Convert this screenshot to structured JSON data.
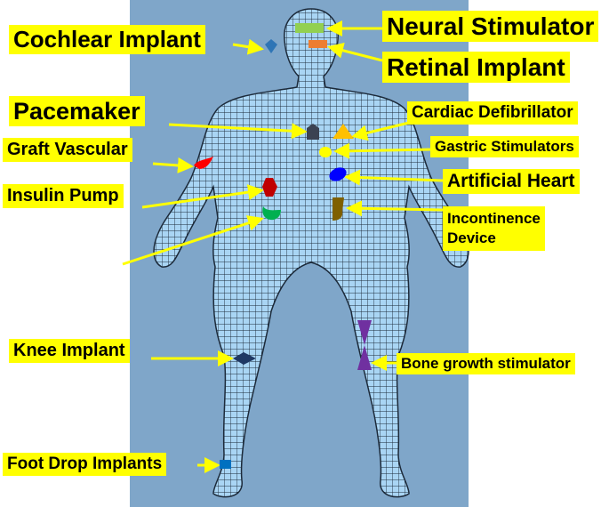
{
  "labels": {
    "cochlear": "Cochlear Implant",
    "neural": "Neural Stimulator",
    "retinal": "Retinal Implant",
    "pacemaker": "Pacemaker",
    "defibrillator": "Cardiac Defibrillator",
    "gastric": "Gastric Stimulators",
    "graft": "Graft Vascular",
    "heart": "Artificial Heart",
    "insulin": "Insulin Pump",
    "incontinence_1": "Incontinence",
    "incontinence_2": "Device",
    "knee": "Knee Implant",
    "bone": "Bone growth stimulator",
    "foot": "Foot Drop Implants"
  },
  "colors": {
    "background_panel": "#7fa6c9",
    "body": "#a9d5f4",
    "label_bg": "#ffff00",
    "arrow": "#ffff00",
    "cochlear": "#2e75b6",
    "neural": "#92d050",
    "retinal": "#ed7d31",
    "pacemaker": "#3b4252",
    "defibrillator": "#ffc000",
    "gastric": "#ffff00",
    "graft": "#ff0000",
    "heart": "#0000ff",
    "insulin": "#c00000",
    "unlabeled": "#00b050",
    "incontinence": "#7f6000",
    "knee": "#1f3864",
    "bone": "#7030a0",
    "foot": "#0070c0"
  }
}
